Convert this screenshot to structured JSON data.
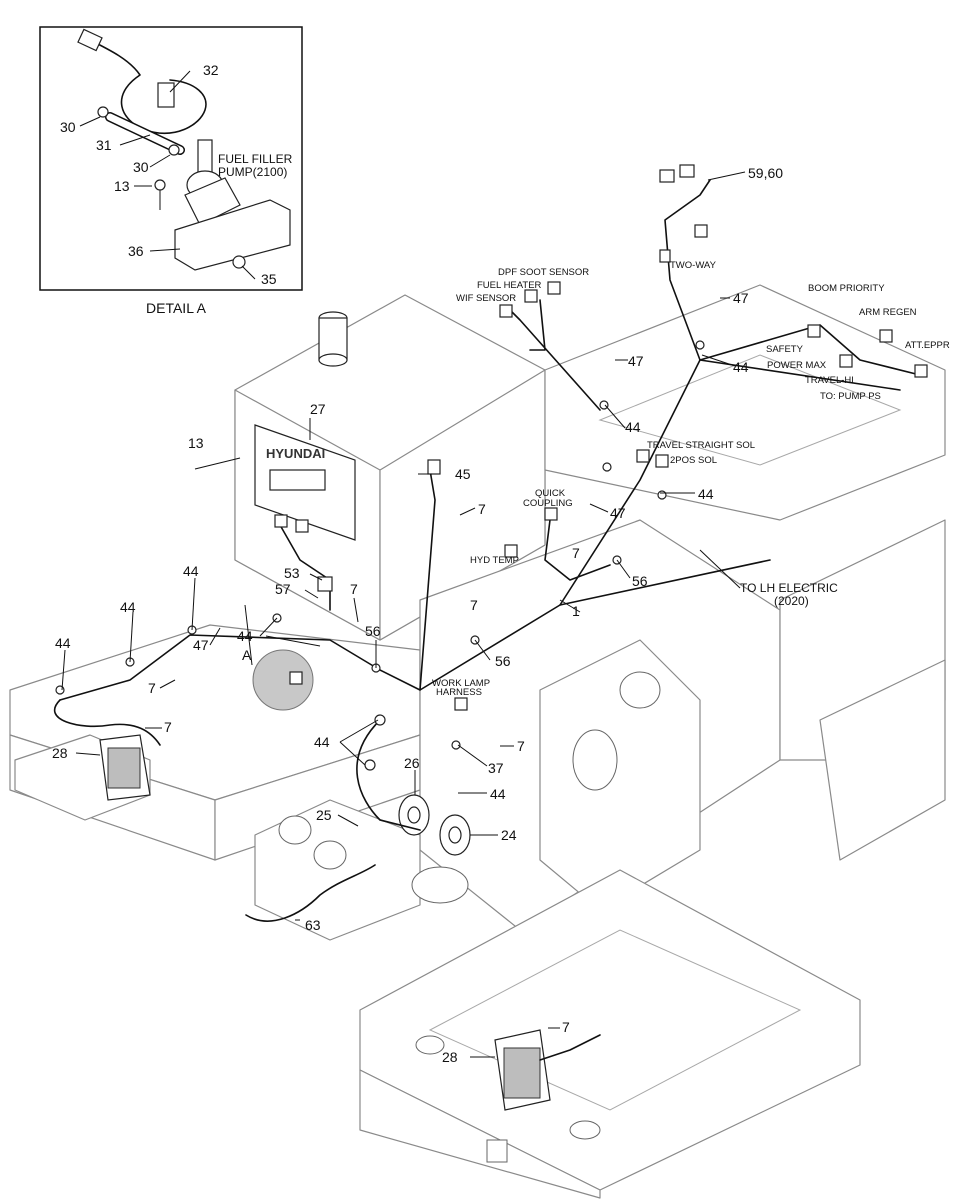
{
  "detail": {
    "title": "DETAIL A",
    "pump_label_1": "FUEL FILLER",
    "pump_label_2": "PUMP(2100)",
    "callouts": [
      "32",
      "30",
      "31",
      "30",
      "13",
      "36",
      "35"
    ]
  },
  "callout_marker": "A",
  "brand": "HYUNDAI",
  "sensors": {
    "dpf_soot": "DPF SOOT SENSOR",
    "fuel_heater": "FUEL HEATER",
    "wif": "WIF SENSOR",
    "two_way": "TWO-WAY",
    "boom_priority": "BOOM PRIORITY",
    "arm_regen": "ARM REGEN",
    "att_eppr": "ATT.EPPR",
    "safety": "SAFETY",
    "power_max": "POWER MAX",
    "travel_hi": "TRAVEL-HI",
    "to_pump_ps": "TO: PUMP PS",
    "travel_straight": "TRAVEL STRAIGHT SOL",
    "twopos": "2POS SOL",
    "quick_coupling_1": "QUICK",
    "quick_coupling_2": "COUPLING",
    "hyd_temp": "HYD TEMP",
    "work_lamp_1": "WORK LAMP",
    "work_lamp_2": "HARNESS",
    "to_lh_1": "TO LH ELECTRIC",
    "to_lh_2": "(2020)"
  },
  "callouts": {
    "c5960": "59,60",
    "c47a": "47",
    "c47b": "47",
    "c47c": "47",
    "c47d": "47",
    "c44a": "44",
    "c44b": "44",
    "c44c": "44",
    "c44d": "44",
    "c44e": "44",
    "c44f": "44",
    "c44g": "44",
    "c44h": "44",
    "c27": "27",
    "c13": "13",
    "c45": "45",
    "c7a": "7",
    "c7b": "7",
    "c7c": "7",
    "c7d": "7",
    "c7e": "7",
    "c7f": "7",
    "c7g": "7",
    "c7h": "7",
    "c53": "53",
    "c57": "57",
    "c56a": "56",
    "c56b": "56",
    "c56c": "56",
    "c1": "1",
    "c28a": "28",
    "c28b": "28",
    "c37": "37",
    "c26": "26",
    "c24": "24",
    "c25": "25",
    "c63": "63"
  }
}
